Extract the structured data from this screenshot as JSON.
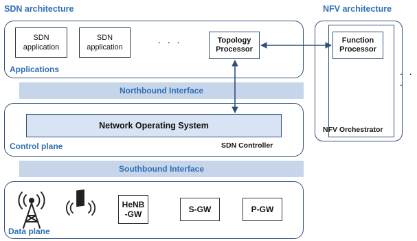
{
  "sdn_title": "SDN architecture",
  "nfv_title": "NFV architecture",
  "applications": {
    "label": "Applications",
    "app1": {
      "line1": "SDN",
      "line2": "application"
    },
    "app2": {
      "line1": "SDN",
      "line2": "application"
    },
    "ellipsis": ". . .",
    "topology": {
      "line1": "Topology",
      "line2": "Processor"
    }
  },
  "northbound": "Northbound Interface",
  "southbound": "Southbound Interface",
  "control": {
    "nos": "Network Operating System",
    "label": "Control plane",
    "controller": "SDN Controller"
  },
  "nfv": {
    "function": {
      "line1": "Function",
      "line2": "Processor"
    },
    "orchestrator": "NFV Orchestrator",
    "side_ellipsis": ". . ."
  },
  "data_plane": {
    "label": "Data plane",
    "henb": {
      "line1": "HeNB",
      "line2": "-GW"
    },
    "sgw": "S-GW",
    "pgw": "P-GW",
    "icons": [
      "cell-tower-icon",
      "wireless-access-point-icon"
    ]
  },
  "colors": {
    "accent": "#2e6fb5",
    "band": "#c6d5ea",
    "border": "#2f4f7a"
  }
}
